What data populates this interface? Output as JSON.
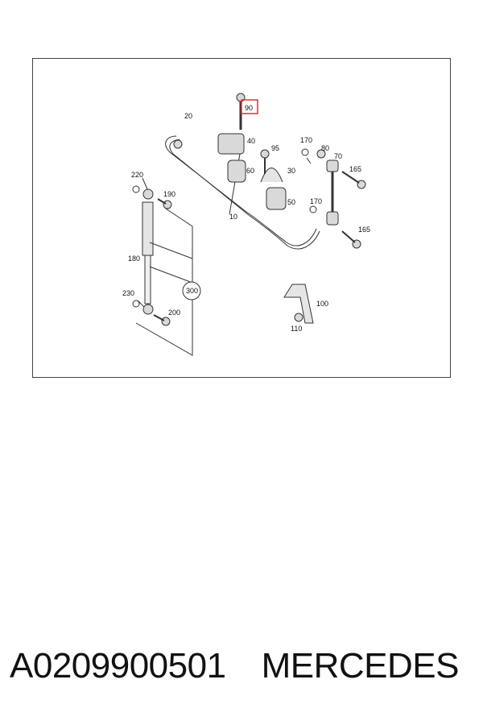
{
  "diagram": {
    "highlighted_label": "90",
    "labels": {
      "l10": "10",
      "l20": "20",
      "l30": "30",
      "l40": "40",
      "l50": "50",
      "l60": "60",
      "l70": "70",
      "l80": "80",
      "l90": "90",
      "l95": "95",
      "l100": "100",
      "l110": "110",
      "l165a": "165",
      "l165b": "165",
      "l170a": "170",
      "l170b": "170",
      "l180": "180",
      "l190": "190",
      "l200": "200",
      "l220": "220",
      "l230": "230",
      "l300": "300"
    },
    "colors": {
      "line": "#333333",
      "highlight": "#e0303a",
      "part_fill": "#d9d9d9"
    }
  },
  "caption": {
    "part_number": "A0209900501",
    "brand": "MERCEDES"
  }
}
